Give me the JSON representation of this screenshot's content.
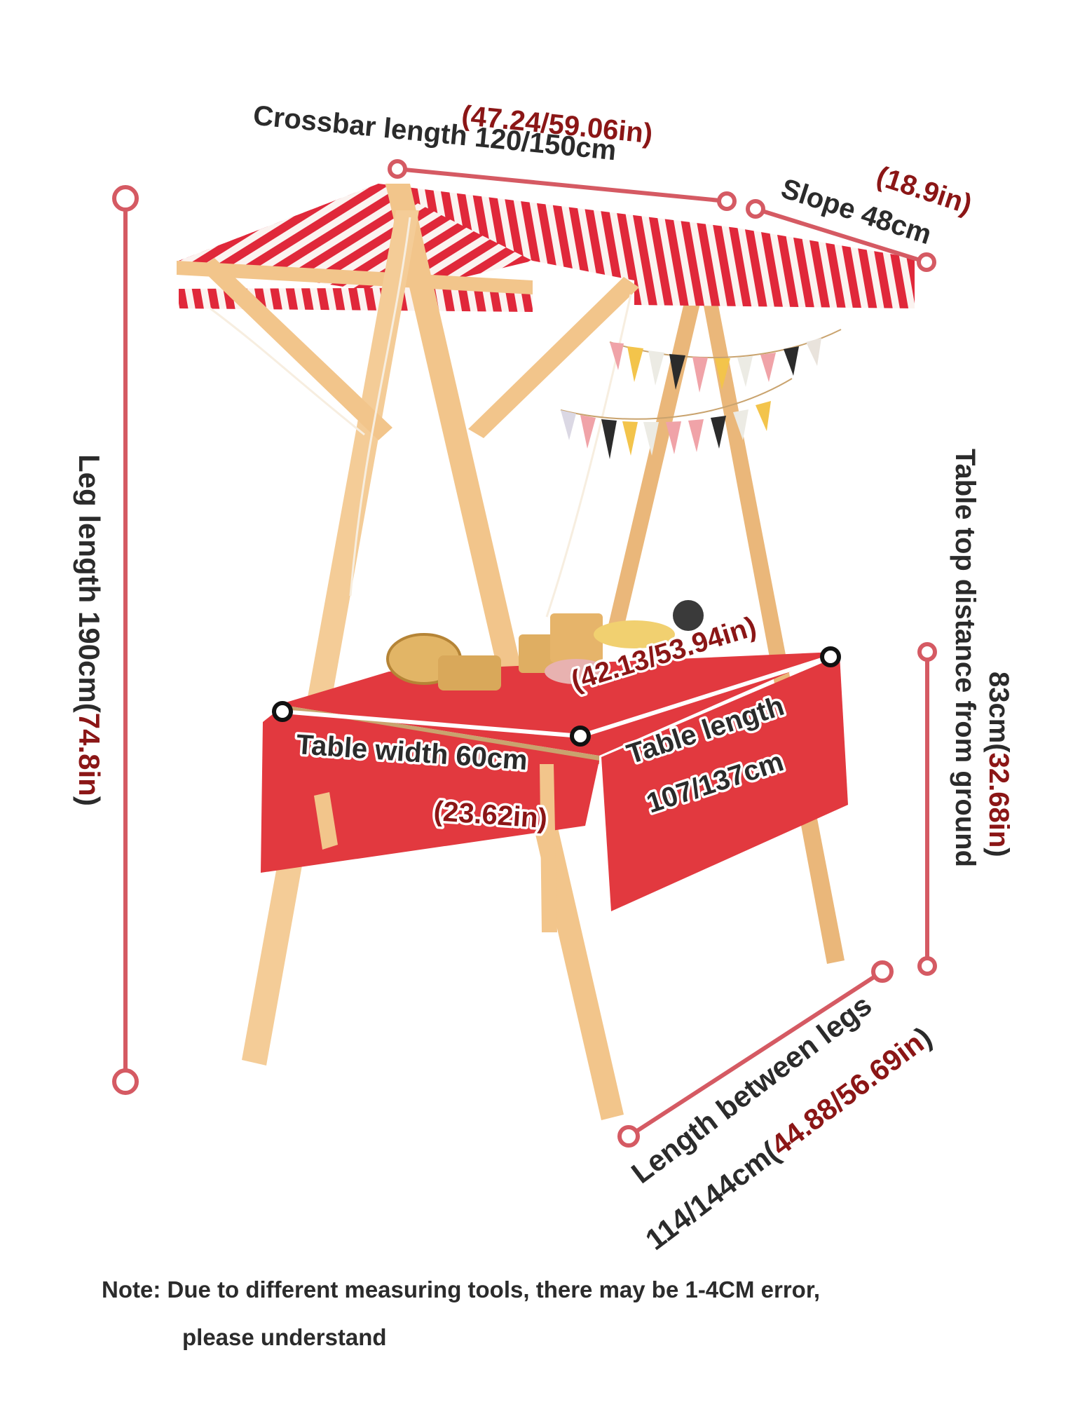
{
  "colors": {
    "measure_line": "#d55a63",
    "label_dark": "#2b2b2b",
    "label_inch": "#8b1616",
    "wood": "#f2c58b",
    "awning_red": "#e0283a",
    "table_red": "#e2393f"
  },
  "labels": {
    "crossbar": {
      "inch": "(47.24/59.06in)",
      "text": "Crossbar length 120/150cm"
    },
    "slope": {
      "inch": "(18.9in)",
      "text": "Slope 48cm"
    },
    "leg": {
      "text": "Leg length 190cm(",
      "inch": "74.8in",
      "close": ")"
    },
    "table_height": {
      "text": "Table top distance from ground",
      "value": "83cm(",
      "inch": "32.68in",
      "close": ")"
    },
    "table_length": {
      "inch": "(42.13/53.94in)",
      "title": "Table length",
      "value": "107/137cm"
    },
    "table_width": {
      "text": "Table width 60cm",
      "inch": "(23.62in)"
    },
    "legs_between": {
      "title": "Length between legs",
      "value": "114/144cm(",
      "inch": "44.88/56.69in",
      "close": ")"
    }
  },
  "note": {
    "line1": "Note: Due to different measuring tools, there may be 1-4CM error,",
    "line2": "please understand"
  }
}
